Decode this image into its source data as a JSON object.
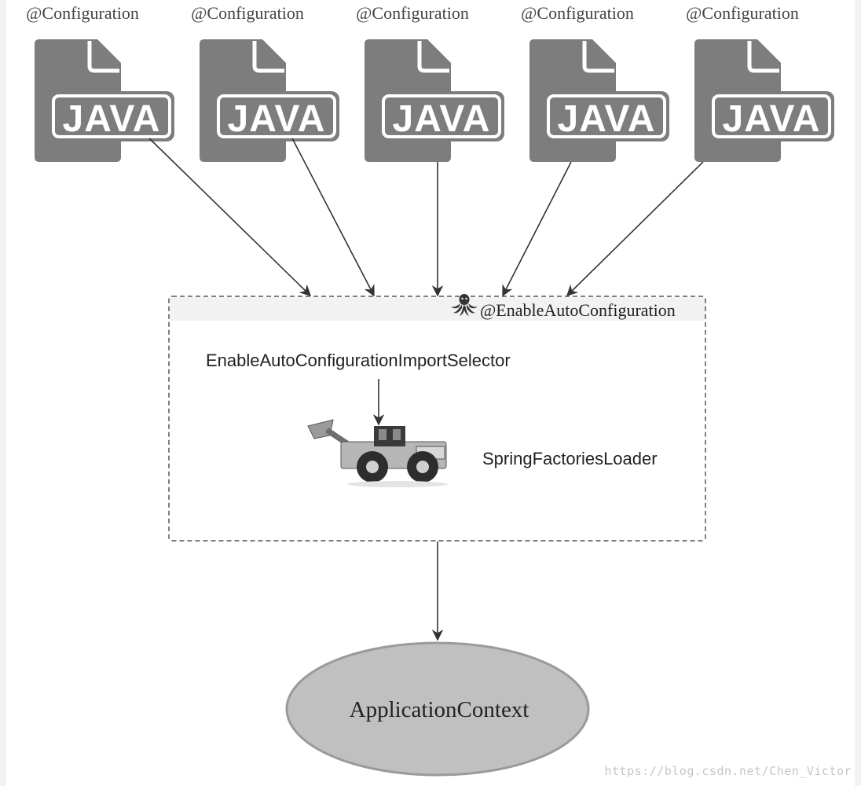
{
  "config_nodes": [
    {
      "annotation": "@Configuration",
      "icon_label": "JAVA"
    },
    {
      "annotation": "@Configuration",
      "icon_label": "JAVA"
    },
    {
      "annotation": "@Configuration",
      "icon_label": "JAVA"
    },
    {
      "annotation": "@Configuration",
      "icon_label": "JAVA"
    },
    {
      "annotation": "@Configuration",
      "icon_label": "JAVA"
    }
  ],
  "enable_box": {
    "header": "@EnableAutoConfiguration",
    "selector_label": "EnableAutoConfigurationImportSelector",
    "loader_label": "SpringFactoriesLoader",
    "header_icon": "octopus-icon",
    "loader_icon": "wheel-loader-icon"
  },
  "result_node": {
    "label": "ApplicationContext"
  },
  "watermark": "https://blog.csdn.net/Chen_Victor",
  "colors": {
    "file_icon": "#7d7d7d",
    "arrow": "#333333",
    "box_border": "#555555",
    "header_band": "#f2f2f2",
    "ellipse_fill": "#c0c0c0",
    "ellipse_stroke": "#9a9a9a",
    "text": "#222222"
  }
}
